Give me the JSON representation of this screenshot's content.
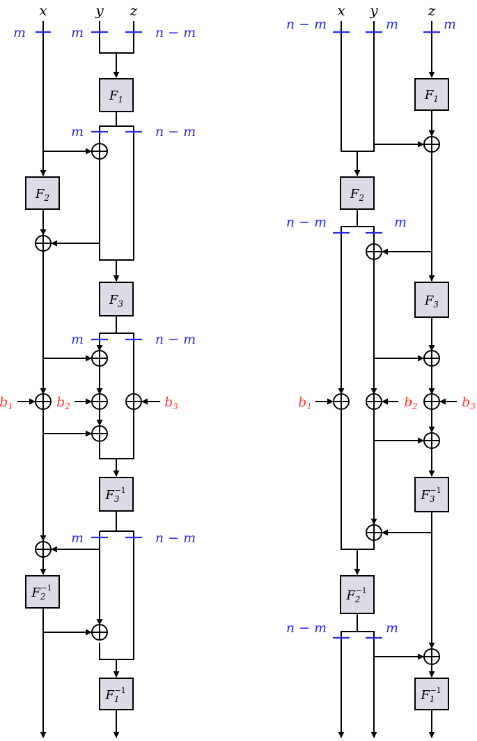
{
  "left": {
    "inputs": {
      "x": "x",
      "y": "y",
      "z": "z"
    },
    "width_labels": {
      "top_x": "m",
      "top_y": "m",
      "top_z": "n − m",
      "r1_a": "m",
      "r1_b": "n − m",
      "r3_a": "m",
      "r3_b": "n − m",
      "r5_a": "m",
      "r5_b": "n − m"
    },
    "functions": [
      "F1",
      "F2",
      "F3",
      "F3^-1",
      "F2^-1",
      "F1^-1"
    ],
    "bits": [
      "b1",
      "b2",
      "b3"
    ]
  },
  "right": {
    "inputs": {
      "x": "x",
      "y": "y",
      "z": "z"
    },
    "width_labels": {
      "top_x": "n − m",
      "top_y": "m",
      "top_z": "m",
      "r2_a": "n − m",
      "r2_b": "m",
      "r5_a": "n − m",
      "r5_b": "m"
    },
    "functions": [
      "F1",
      "F2",
      "F3",
      "F3^-1",
      "F2^-1",
      "F1^-1"
    ],
    "bits": [
      "b1",
      "b2",
      "b3"
    ]
  }
}
